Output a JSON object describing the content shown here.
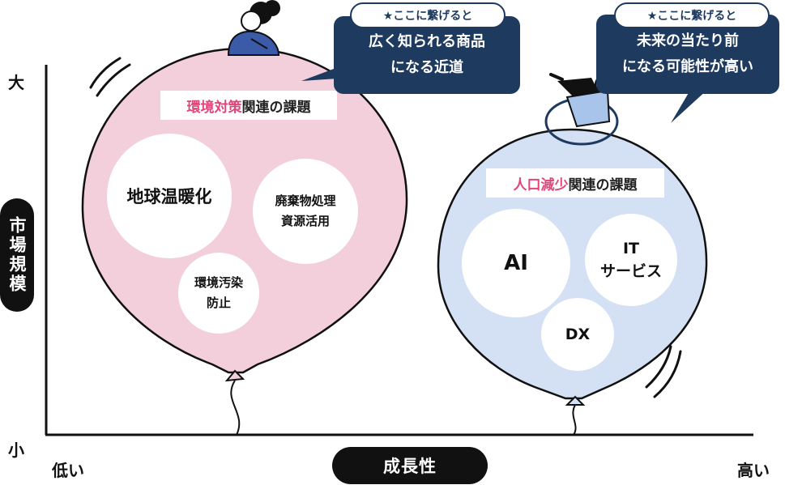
{
  "axes": {
    "y_title": "市場規模",
    "y_high": "大",
    "y_low": "小",
    "x_title": "成長性",
    "x_low": "低い",
    "x_high": "高い"
  },
  "balloons": {
    "environment": {
      "label_accent": "環境対策",
      "label_rest": "関連の課題",
      "color": "#f2cfda",
      "items": [
        {
          "line1": "地球温暖化",
          "line2": ""
        },
        {
          "line1": "廃棄物処理",
          "line2": "資源活用"
        },
        {
          "line1": "環境汚染",
          "line2": "防止"
        }
      ],
      "callout": {
        "chip": "★ここに繋げると",
        "line1": "広く知られる商品",
        "line2": "になる近道"
      }
    },
    "population": {
      "label_accent": "人口減少",
      "label_rest": "関連の課題",
      "color": "#d4e0f4",
      "items": [
        {
          "line1": "AI",
          "line2": ""
        },
        {
          "line1": "IT",
          "line2": "サービス"
        },
        {
          "line1": "DX",
          "line2": ""
        }
      ],
      "callout": {
        "chip": "★ここに繋げると",
        "line1": "未来の当たり前",
        "line2": "になる可能性が高い"
      }
    }
  },
  "colors": {
    "accent": "#e0457b",
    "navy": "#1e3a5f",
    "axis": "#111111"
  }
}
